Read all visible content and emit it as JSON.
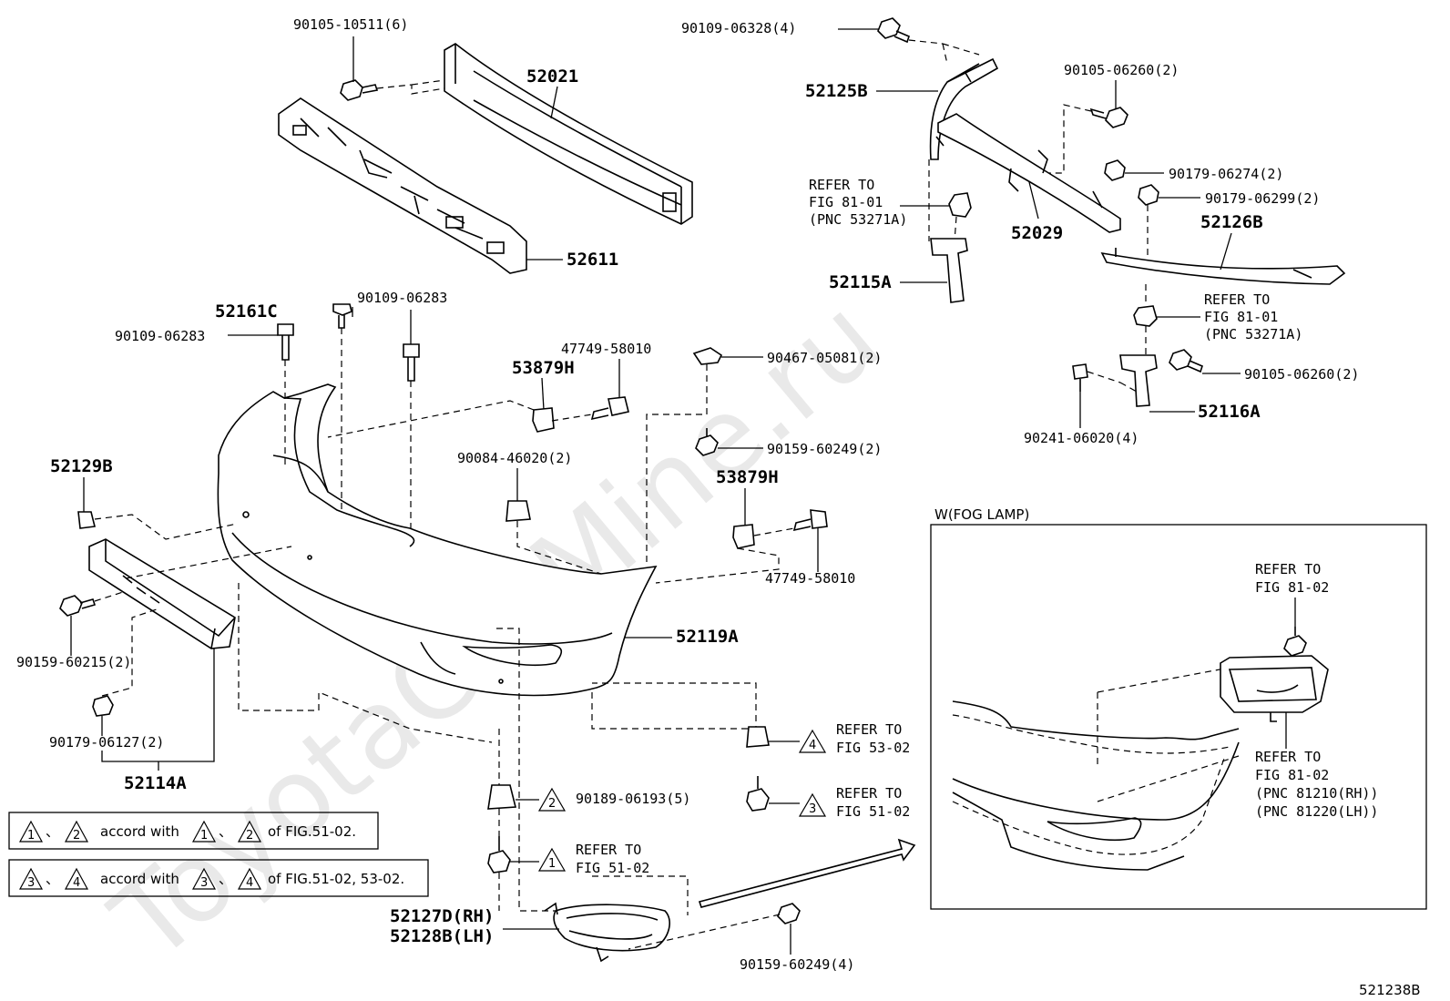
{
  "watermark": "ToyotaCarMine.ru",
  "figure_id": "521238B",
  "parts": {
    "p52021": "52021",
    "p52611": "52611",
    "p90105_10511": "90105-10511(6)",
    "p90109_06328": "90109-06328(4)",
    "p52125B": "52125B",
    "p90105_06260_top": "90105-06260(2)",
    "p90179_06274": "90179-06274(2)",
    "p90179_06299": "90179-06299(2)",
    "p52029": "52029",
    "p52126B": "52126B",
    "p52115A": "52115A",
    "p52116A": "52116A",
    "p90105_06260_right": "90105-06260(2)",
    "p90241_06020": "90241-06020(4)",
    "p52161C": "52161C",
    "p90109_06283_a": "90109-06283",
    "p90109_06283_b": "90109-06283",
    "p47749_58010_a": "47749-58010",
    "p53879H_a": "53879H",
    "p90467_05081": "90467-05081(2)",
    "p90159_60249_a": "90159-60249(2)",
    "p90084_46020": "90084-46020(2)",
    "p53879H_b": "53879H",
    "p47749_58010_b": "47749-58010",
    "p52129B": "52129B",
    "p52119A": "52119A",
    "p90159_60215": "90159-60215(2)",
    "p90179_06127": "90179-06127(2)",
    "p52114A": "52114A",
    "p90189_06193": "90189-06193(5)",
    "p52127D": "52127D(RH)",
    "p52128B": "52128B(LH)",
    "p90159_60249_b": "90159-60249(4)"
  },
  "refs": {
    "r1": [
      "REFER TO",
      "FIG 81-01",
      "(PNC 53271A)"
    ],
    "r2": [
      "REFER TO",
      "FIG 81-01",
      "(PNC 53271A)"
    ],
    "r_fig53": [
      "REFER TO",
      "FIG 53-02"
    ],
    "r_fig51a": [
      "REFER TO",
      "FIG 51-02"
    ],
    "r_fig51b": [
      "REFER TO",
      "FIG 51-02"
    ],
    "r_fog_top": [
      "REFER TO",
      "FIG 81-02"
    ],
    "r_fog_bottom": [
      "REFER TO",
      "FIG 81-02",
      "(PNC 81210(RH))",
      "(PNC 81220(LH))"
    ]
  },
  "triangles": {
    "t_fig53": "4",
    "t_fig51a": "3",
    "t_90189": "2",
    "t_fig51b": "1"
  },
  "inset": {
    "title": "W(FOG LAMP)"
  },
  "legend": {
    "row1": {
      "a": "1",
      "b": "2",
      "mid": "accord with",
      "c": "1",
      "d": "2",
      "tail": "of FIG.51-02."
    },
    "row2": {
      "a": "3",
      "b": "4",
      "mid": "accord with",
      "c": "3",
      "d": "4",
      "tail": "of FIG.51-02, 53-02."
    },
    "sep": "、"
  }
}
